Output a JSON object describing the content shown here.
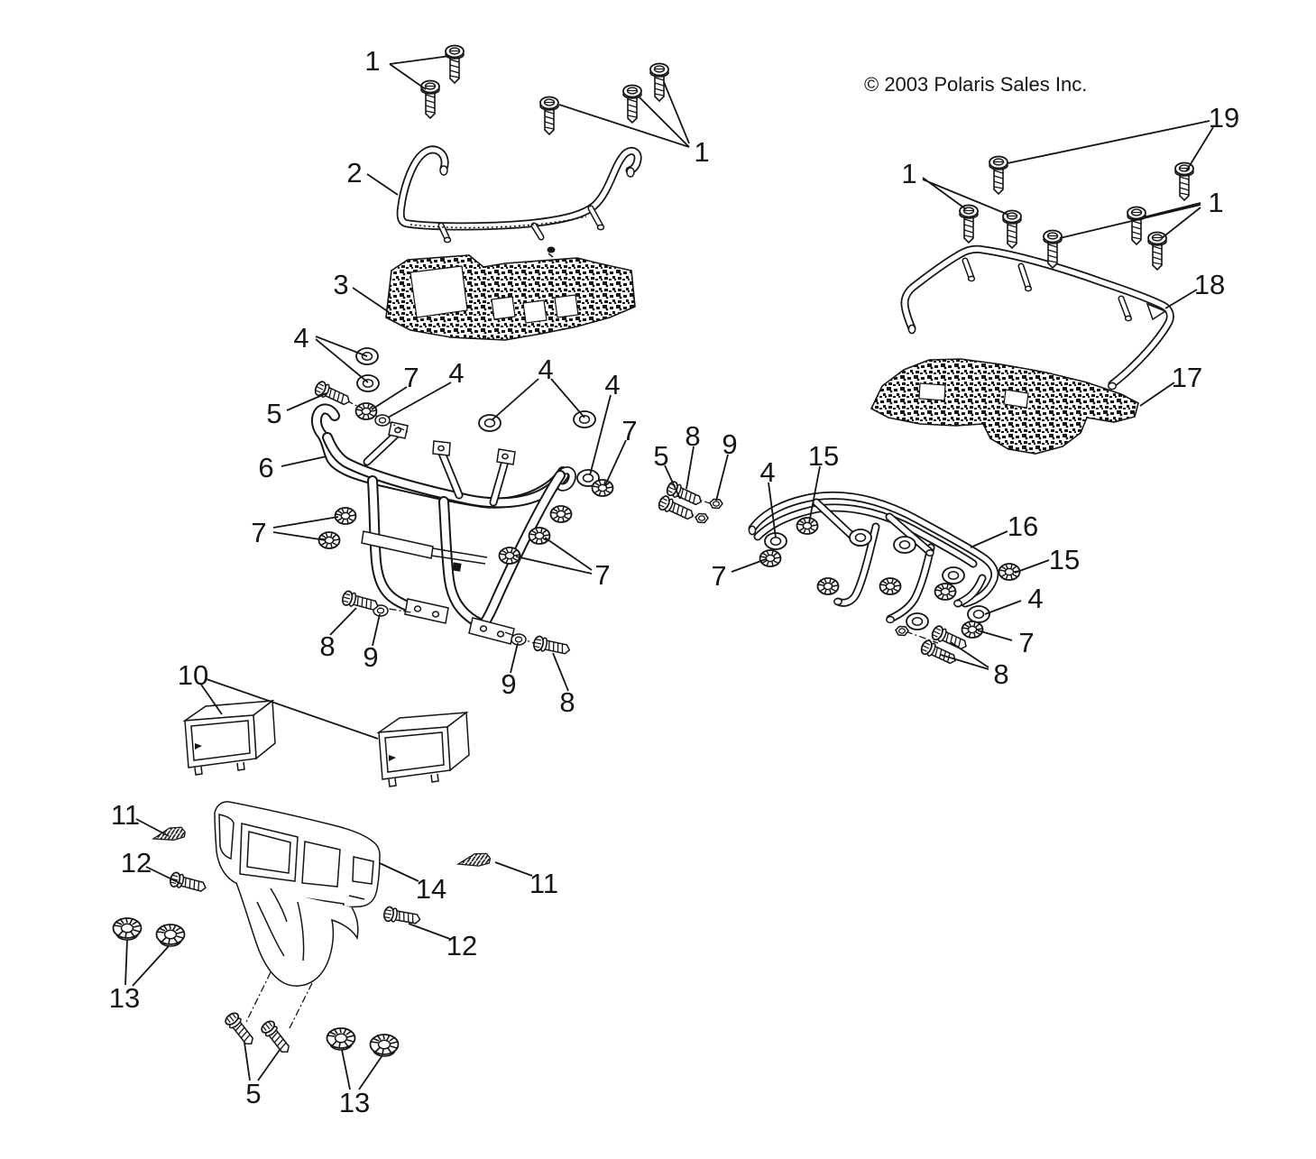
{
  "copyright": "© 2003 Polaris Sales Inc.",
  "colors": {
    "ink": "#151515",
    "background": "#ffffff"
  },
  "callouts": [
    {
      "n": "1"
    },
    {
      "n": "1"
    },
    {
      "n": "2"
    },
    {
      "n": "3"
    },
    {
      "n": "4"
    },
    {
      "n": "7"
    },
    {
      "n": "4"
    },
    {
      "n": "5"
    },
    {
      "n": "4"
    },
    {
      "n": "4"
    },
    {
      "n": "7"
    },
    {
      "n": "6"
    },
    {
      "n": "7"
    },
    {
      "n": "8"
    },
    {
      "n": "9"
    },
    {
      "n": "9"
    },
    {
      "n": "8"
    },
    {
      "n": "7"
    },
    {
      "n": "5"
    },
    {
      "n": "8"
    },
    {
      "n": "9"
    },
    {
      "n": "4"
    },
    {
      "n": "15"
    },
    {
      "n": "16"
    },
    {
      "n": "15"
    },
    {
      "n": "4"
    },
    {
      "n": "7"
    },
    {
      "n": "8"
    },
    {
      "n": "7"
    },
    {
      "n": "10"
    },
    {
      "n": "11"
    },
    {
      "n": "12"
    },
    {
      "n": "14"
    },
    {
      "n": "11"
    },
    {
      "n": "12"
    },
    {
      "n": "13"
    },
    {
      "n": "5"
    },
    {
      "n": "13"
    },
    {
      "n": "19"
    },
    {
      "n": "1"
    },
    {
      "n": "1"
    },
    {
      "n": "18"
    },
    {
      "n": "17"
    }
  ]
}
